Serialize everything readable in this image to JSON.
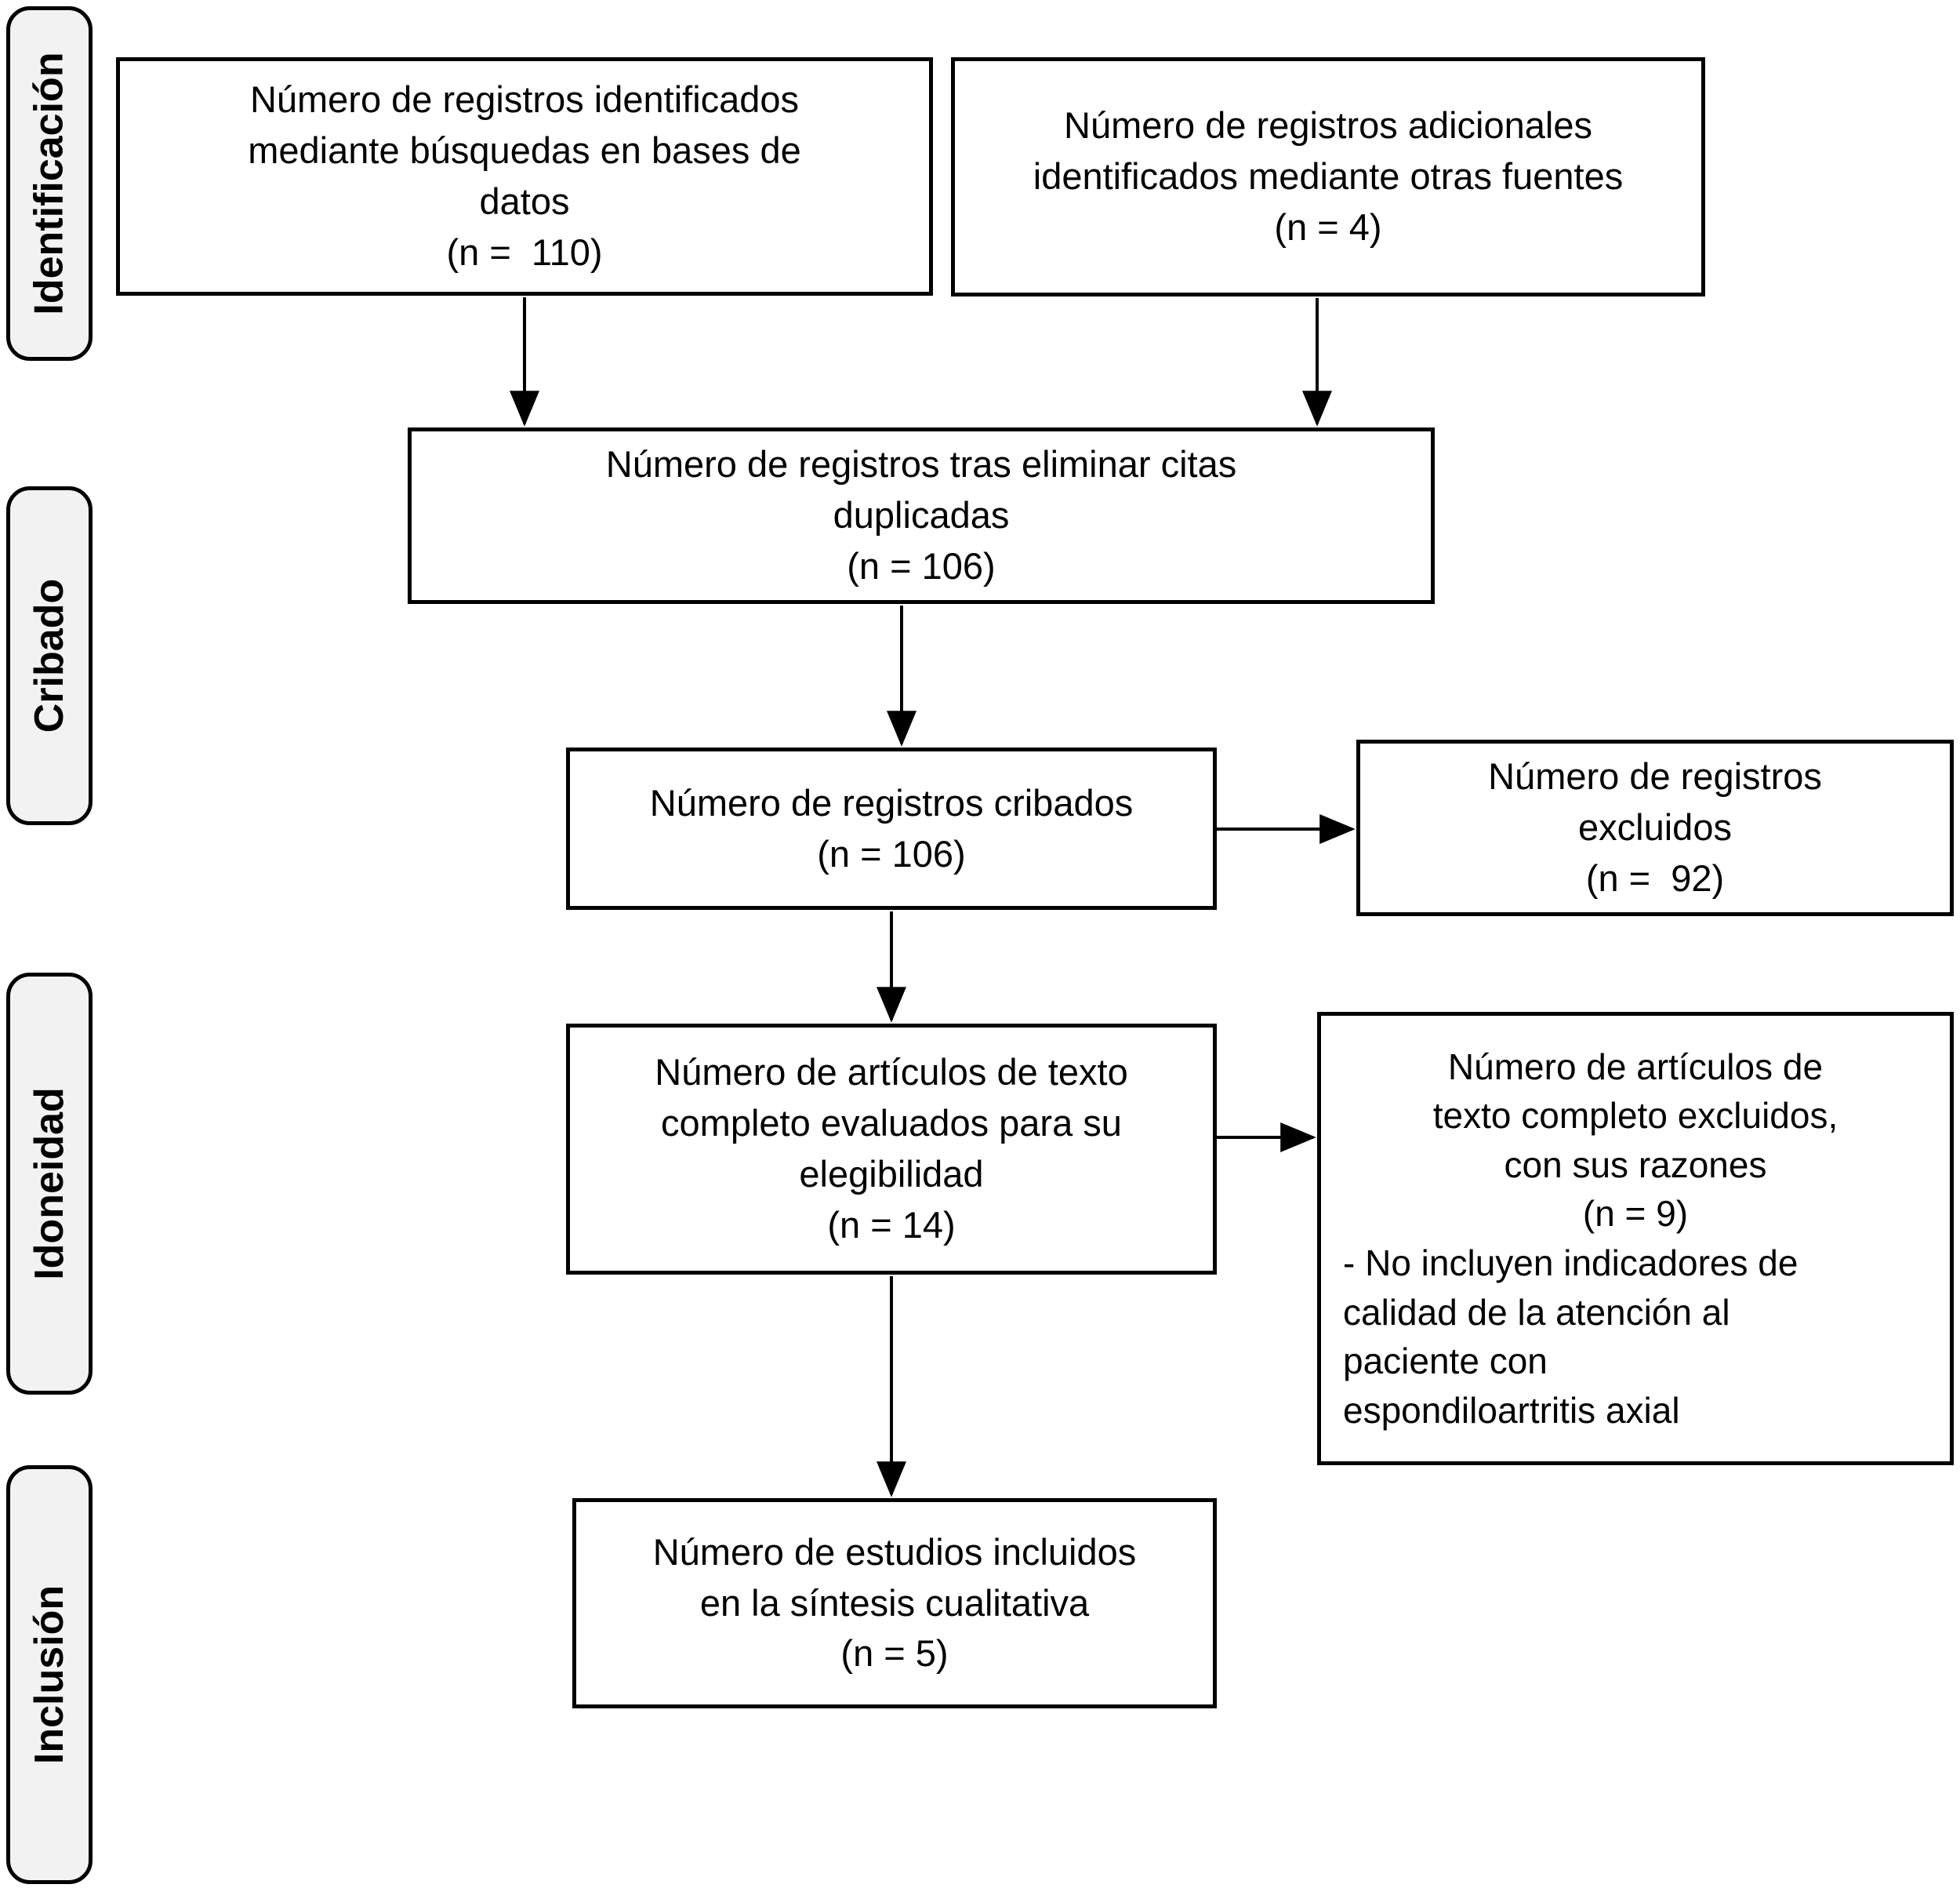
{
  "diagram_title": "PRISMA flow diagram (Spanish)",
  "colors": {
    "border": "#000000",
    "box_fill": "#ffffff",
    "stage_fill": "#f2f2f2",
    "text": "#000000"
  },
  "sidebar": {
    "stages": [
      {
        "label": "Identificación"
      },
      {
        "label": "Cribado"
      },
      {
        "label": "Idoneidad"
      },
      {
        "label": "Inclusión"
      }
    ]
  },
  "boxes": {
    "identified_db": {
      "label": "Número de registros identificados\nmediante búsquedas en bases de\ndatos",
      "n": "(n =  110)"
    },
    "identified_other": {
      "label": "Número de registros adicionales\nidentificados mediante otras fuentes",
      "n": "(n = 4)"
    },
    "after_duplicates": {
      "label": "Número de registros tras eliminar citas\nduplicadas",
      "n": "(n = 106)"
    },
    "screened": {
      "label": "Número de registros cribados",
      "n": "(n = 106)"
    },
    "records_excluded": {
      "label": "Número de registros\nexcluidos",
      "n": "(n =  92)"
    },
    "fulltext_assessed": {
      "label": "Número de artículos de texto\ncompleto evaluados para su\nelegibilidad",
      "n": "(n = 14)"
    },
    "fulltext_excluded": {
      "label": "Número de artículos de\ntexto completo excluidos,\ncon sus razones",
      "n": "(n = 9)",
      "reason": "- No incluyen indicadores de\ncalidad de la atención al\npaciente con\nespondiloartritis axial"
    },
    "included_qualitative": {
      "label": "Número de estudios incluidos\nen la síntesis cualitativa",
      "n": "(n = 5)"
    }
  }
}
